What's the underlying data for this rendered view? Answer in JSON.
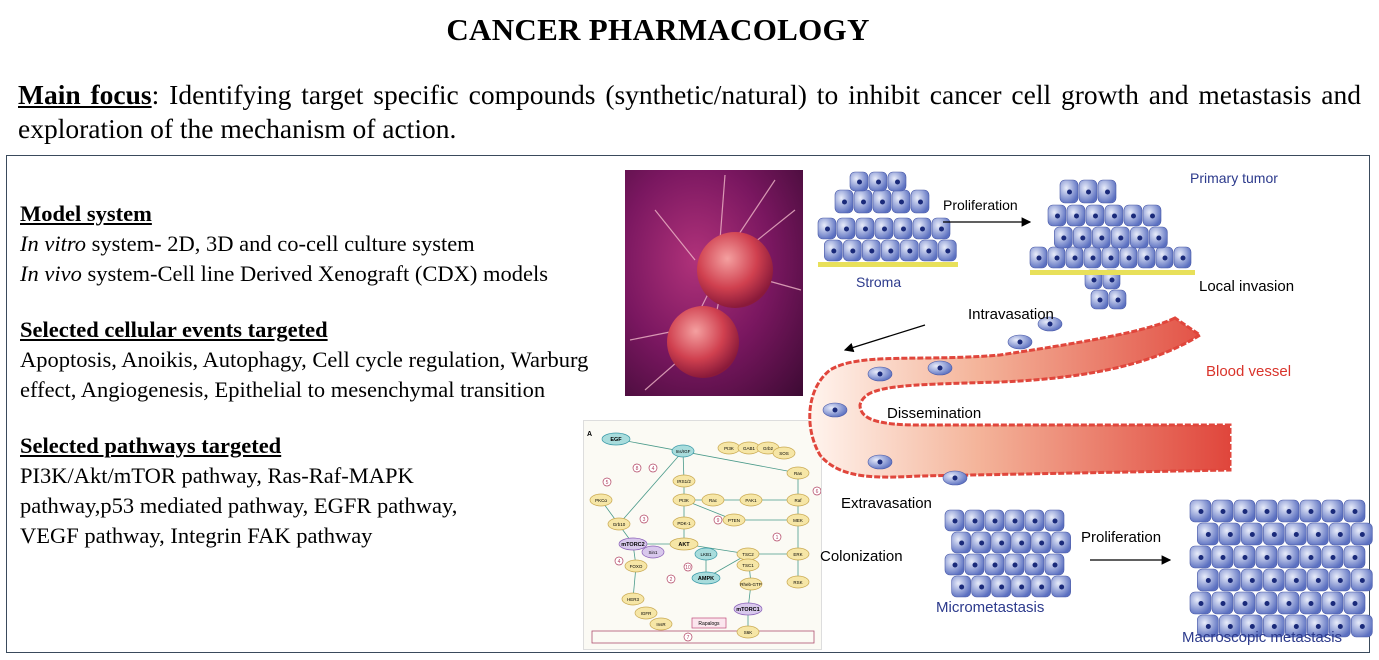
{
  "title": "CANCER PHARMACOLOGY",
  "main_focus": {
    "label": "Main focus",
    "text": ": Identifying target specific compounds (synthetic/natural) to inhibit cancer cell growth and metastasis and exploration of the mechanism of action."
  },
  "sections": {
    "model": {
      "heading": "Model system",
      "line1_italic": "In vitro",
      "line1_rest": " system- 2D, 3D and co-cell culture system",
      "line2_italic": "In vivo",
      "line2_rest": " system-Cell line Derived Xenograft (CDX) models"
    },
    "events": {
      "heading": "Selected cellular events targeted",
      "text": "Apoptosis, Anoikis, Autophagy, Cell cycle regulation, Warburg effect, Angiogenesis, Epithelial to mesenchymal transition"
    },
    "pathways": {
      "heading": "Selected pathways targeted",
      "text": "PI3K/Akt/mTOR pathway, Ras-Raf-MAPK pathway,p53 mediated pathway, EGFR pathway, VEGF pathway, Integrin FAK pathway"
    }
  },
  "pathway_diagram": {
    "panel_label": "A",
    "nodes": [
      "EGF",
      "Ins/IGF",
      "PI3K",
      "GAB1",
      "Grb2",
      "SOS",
      "Ras",
      "IRS1/2",
      "PKCα",
      "Grb10",
      "PI3K",
      "Rac",
      "PAK1",
      "Raf",
      "PDK-1",
      "PTEN",
      "MEK",
      "mTORC2",
      "Sin1",
      "AKT",
      "LKB1",
      "TSC2",
      "TSC1",
      "ERK",
      "FOXO",
      "AMPK",
      "Rheb-GTP",
      "RSK",
      "HER3",
      "IGFR",
      "InsR",
      "mTORC1",
      "S6K"
    ],
    "drug_label": "Rapalogs",
    "numbers": [
      "5",
      "8",
      "4",
      "3",
      "9",
      "10",
      "2",
      "1",
      "6",
      "4",
      "7"
    ]
  },
  "metastasis_diagram": {
    "primary_tumor": "Primary tumor",
    "proliferation_1": "Proliferation",
    "stroma": "Stroma",
    "local_invasion": "Local invasion",
    "intravasation": "Intravasation",
    "blood_vessel": "Blood vessel",
    "dissemination": "Dissemination",
    "extravasation": "Extravasation",
    "colonization": "Colonization",
    "proliferation_2": "Proliferation",
    "micrometastasis": "Micrometastasis",
    "macroscopic_metastasis": "Macroscopic metastasis"
  },
  "colors": {
    "border": "#3a4a5c",
    "cell": "#5a6fc0",
    "vessel": "#e0463c",
    "label_blue": "#2c3a8c",
    "label_red": "#d9342b"
  }
}
